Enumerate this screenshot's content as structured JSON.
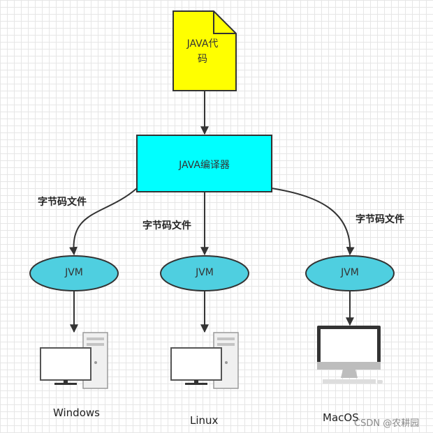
{
  "nodes": {
    "source": {
      "label_line1": "JAVA代",
      "label_line2": "码",
      "fill": "#ffff00"
    },
    "compiler": {
      "label": "JAVA编译器",
      "fill": "#00ffff"
    },
    "jvms": [
      {
        "label": "JVM",
        "fill": "#4fcfe0"
      },
      {
        "label": "JVM",
        "fill": "#4fcfe0"
      },
      {
        "label": "JVM",
        "fill": "#4fcfe0"
      }
    ],
    "platforms": [
      {
        "label": "Windows",
        "icon": "desktop-tower-icon"
      },
      {
        "label": "Linux",
        "icon": "desktop-tower-icon"
      },
      {
        "label": "MacOS",
        "icon": "imac-icon"
      }
    ]
  },
  "edge_labels": [
    "字节码文件",
    "字节码文件",
    "字节码文件"
  ],
  "watermark": "CSDN @农耕园"
}
